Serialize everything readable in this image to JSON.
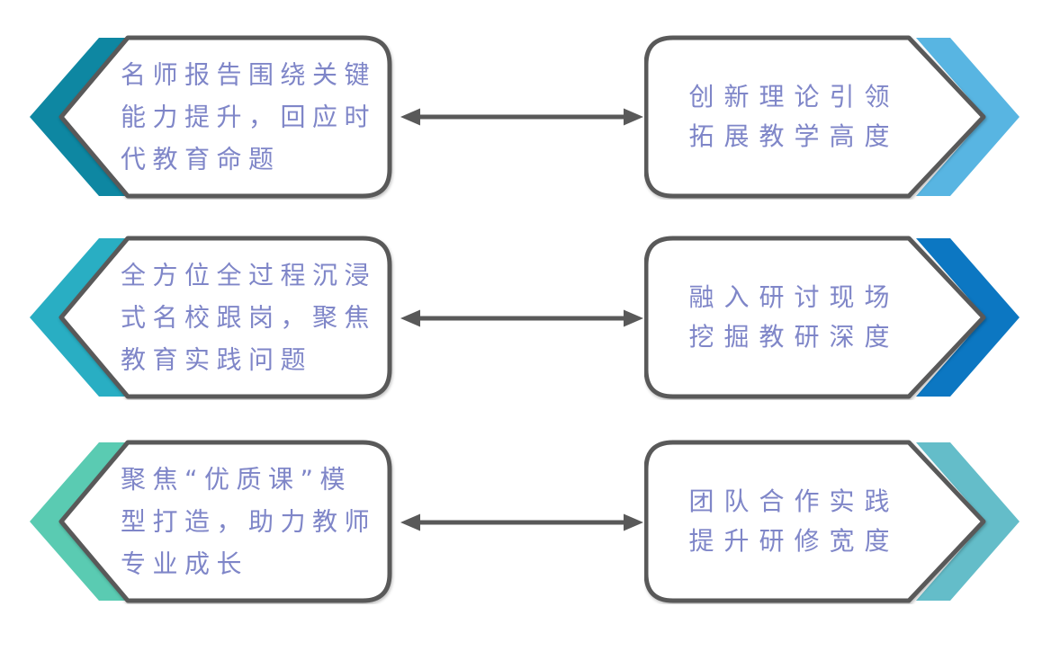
{
  "diagram": {
    "background": "#ffffff",
    "border_color": "#595959",
    "arrow_color": "#595959",
    "text_color": "#7f86c8",
    "rows": [
      {
        "left": {
          "label": "名师报告围绕关键\n能力提升，回应时\n代教育命题",
          "accent_color": "#0e87a2"
        },
        "right": {
          "label": "创新理论引领\n拓展教学高度",
          "accent_color": "#58b5e2"
        }
      },
      {
        "left": {
          "label": "全方位全过程沉浸\n式名校跟岗，聚焦\n教育实践问题",
          "accent_color": "#29aec3"
        },
        "right": {
          "label": "融入研讨现场\n挖掘教研深度",
          "accent_color": "#0c77c2"
        }
      },
      {
        "left": {
          "label": "聚焦“优质课”模\n型打造，助力教师\n专业成长",
          "accent_color": "#5acbb2"
        },
        "right": {
          "label": "团队合作实践\n提升研修宽度",
          "accent_color": "#64bdc9"
        }
      }
    ]
  }
}
